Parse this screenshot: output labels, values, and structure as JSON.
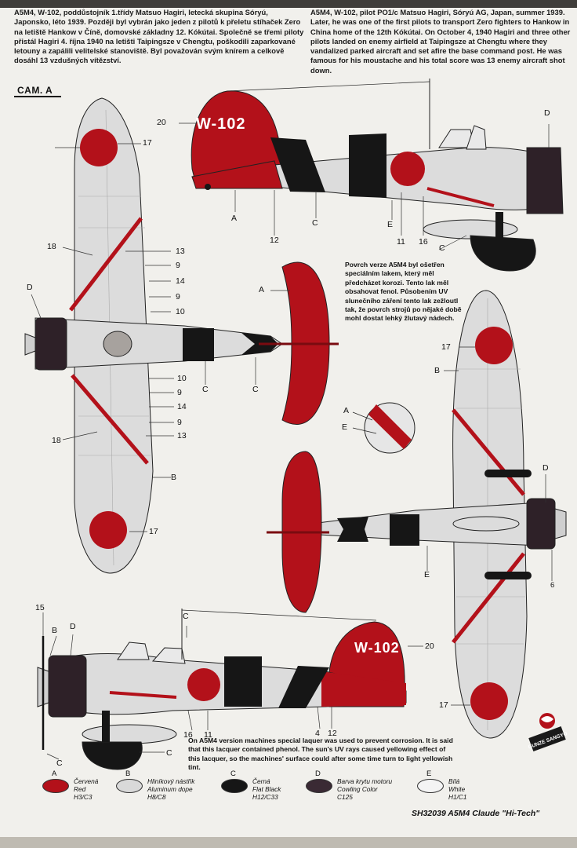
{
  "intro_cz": "A5M4, W-102, poddůstojník 1.třídy Matsuo Hagiri, letecká skupina Sóryú, Japonsko, léto 1939. Později byl vybrán jako jeden z pilotů k přeletu stíhaček Zero na letiště Hankow v Číně, domovské základny 12. Kókútai. Společně se třemi piloty přistál Hagiri 4. října 1940 na letišti Taipingsze v Chengtu, poškodili zaparkované letouny a zapálili velitelské stanoviště. Byl považován svým knírem a celkově dosáhl 13 vzdušných vítězství.",
  "intro_en": "A5M4, W-102, pilot PO1/c Matsuo Hagiri, Sóryú AG, Japan, summer 1939. Later, he was one of the first pilots to transport Zero fighters to Hankow in China home of the 12th Kókútai. On October 4, 1940 Hagiri and three other pilots landed on enemy airfield at Taipingsze at Chengtu where they vandalized parked aircraft and set afire the base command post. He was famous for his moustache and his total score was 13 enemy aircraft shot down.",
  "cam_label": "CAM. A",
  "code": "W-102",
  "note_cz": "Povrch verze A5M4 byl ošetřen speciálním lakem, který měl předcházet korozi. Tento lak měl obsahovat fenol. Působením UV slunečního záření tento lak zežloutl tak, že povrch strojů po nějaké době mohl dostat lehký žlutavý nádech.",
  "note_en": "On A5M4 version machines special laquer was used to prevent corrosion. It is said that this lacquer contained phenol. The sun's UV rays caused yellowing effect of this lacquer, so the machines' surface could after some time turn to light yellowish tint.",
  "callouts": {
    "n20": "20",
    "n17": "17",
    "n18": "18",
    "n13": "13",
    "n9": "9",
    "n14": "14",
    "n10": "10",
    "n12": "12",
    "n11": "11",
    "n16": "16",
    "n15": "15",
    "n4": "4",
    "n6": "6",
    "A": "A",
    "B": "B",
    "C": "C",
    "D": "D",
    "E": "E"
  },
  "legend": [
    {
      "letter": "A",
      "cz": "Červená",
      "en": "Red",
      "code": "H3/C3",
      "color": "#b3111a"
    },
    {
      "letter": "B",
      "cz": "Hliníkový nástřik",
      "en": "Aluminum dope",
      "code": "H8/C8",
      "color": "#d9d9d9"
    },
    {
      "letter": "C",
      "cz": "Černá",
      "en": "Flat Black",
      "code": "H12/C33",
      "color": "#161616"
    },
    {
      "letter": "D",
      "cz": "Barva krytu motoru",
      "en": "Cowling Color",
      "code": "C125",
      "color": "#3a2a34"
    },
    {
      "letter": "E",
      "cz": "Bílá",
      "en": "White",
      "code": "H1/C1",
      "color": "#f4f4f4"
    }
  ],
  "footer": "SH32039 A5M4 Claude \"Hi-Tech\"",
  "logo_text": "GUNZE SANGYO"
}
